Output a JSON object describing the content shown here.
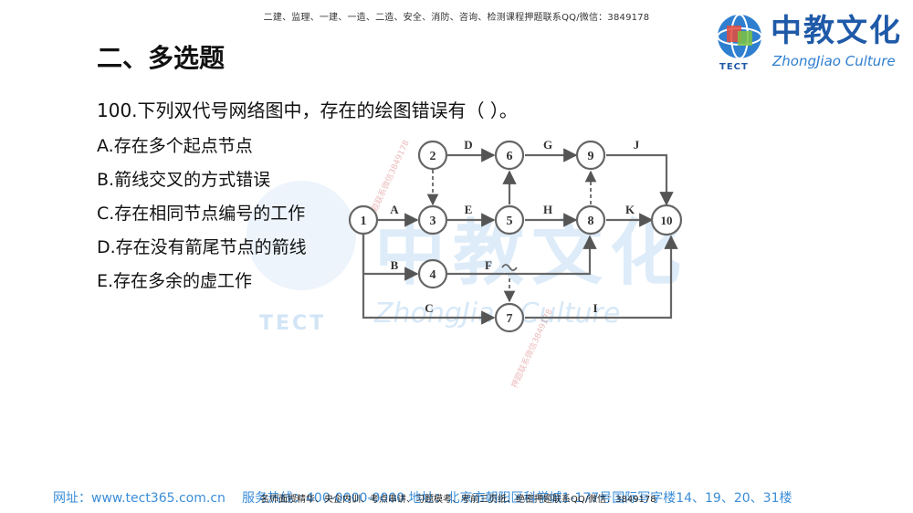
{
  "top_banner": "二建、监理、一建、一造、二造、安全、消防、咨询、检测课程押题联系QQ/微信：3849178",
  "logo": {
    "tect": "TECT",
    "chinese": "中教文化",
    "english": "ZhongJiao Culture"
  },
  "section_title": "二、多选题",
  "question": "100.下列双代号网络图中，存在的绘图错误有（    ）。",
  "options": [
    "A.存在多个起点节点",
    "B.箭线交叉的方式错误",
    "C.存在相同节点编号的工作",
    "D.存在没有箭尾节点的箭线",
    "E.存在多余的虚工作"
  ],
  "diagram": {
    "nodes": [
      "1",
      "2",
      "3",
      "4",
      "5",
      "6",
      "7",
      "8",
      "9",
      "10"
    ],
    "arrows": [
      "A",
      "B",
      "C",
      "D",
      "E",
      "F",
      "G",
      "H",
      "I",
      "J",
      "K"
    ]
  },
  "watermark": {
    "big": "中教文化",
    "english": "ZhongJiao Culture",
    "tect": "TECT",
    "stamp": "押题联系微信3849178"
  },
  "footer": {
    "site": "网址：www.tect365.com.cn",
    "right": "服务热线：400-0000-0000  地址：北京市朝阳区科学城1-177号国际写字楼14、19、20、31楼",
    "overlay": "名师面授精华、央企内训、考点串讲、习题模考、考前三页纸、绝密押题联系QQ/微信：3849178"
  }
}
